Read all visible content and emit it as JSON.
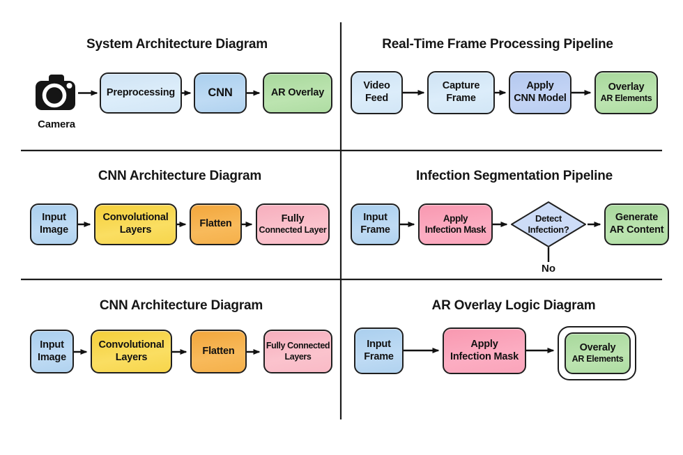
{
  "colors": {
    "background": "#ffffff",
    "box_border": "#1f1f1f",
    "arrow": "#111111",
    "divider": "#1c1c1c",
    "text": "#111111",
    "light_blue": "#d8eaf8",
    "medium_blue": "#b3d4f0",
    "periwinkle_blue": "#bdcff2",
    "green": "#b0dfa5",
    "yellow": "#f8d74e",
    "orange": "#f5b04b",
    "pink_light": "#f9bac6",
    "pink_dark": "#fba5bb",
    "diamond_blue": "#cddcf7"
  },
  "panels": [
    {
      "title": "System Architecture Diagram",
      "icon": "camera",
      "camera_label": "Camera",
      "nodes": [
        {
          "label": "Preprocessing"
        },
        {
          "label": "CNN"
        },
        {
          "label": "AR Overlay"
        }
      ]
    },
    {
      "title": "Real-Time Frame Processing Pipeline",
      "nodes": [
        {
          "label": "Video\nFeed"
        },
        {
          "label": "Capture\nFrame"
        },
        {
          "label": "Apply\nCNN Model"
        },
        {
          "label": "Overlay",
          "sublabel": "AR Elements"
        }
      ]
    },
    {
      "title": "CNN Architecture Diagram",
      "nodes": [
        {
          "label": "Input\nImage"
        },
        {
          "label": "Convolutional\nLayers"
        },
        {
          "label": "Flatten"
        },
        {
          "label": "Fully",
          "sublabel": "Connected Layer"
        }
      ]
    },
    {
      "title": "Infection Segmentation Pipeline",
      "no_branch_label": "No",
      "nodes": [
        {
          "label": "Input\nFrame"
        },
        {
          "label": "Apply\nInfection Mask"
        },
        {
          "label": "Detect\nInfection?",
          "shape": "decision"
        },
        {
          "label": "Generate\nAR Content"
        }
      ]
    },
    {
      "title": "CNN Architecture Diagram",
      "nodes": [
        {
          "label": "Input\nImage"
        },
        {
          "label": "Convolutional\nLayers"
        },
        {
          "label": "Flatten"
        },
        {
          "label": "Fully Connected\nLayers"
        }
      ]
    },
    {
      "title": "AR Overlay Logic Diagram",
      "nodes": [
        {
          "label": "Input\nFrame"
        },
        {
          "label": "Apply\nInfection Mask"
        },
        {
          "label": "Overaly",
          "sublabel": "AR Elements"
        }
      ]
    }
  ]
}
